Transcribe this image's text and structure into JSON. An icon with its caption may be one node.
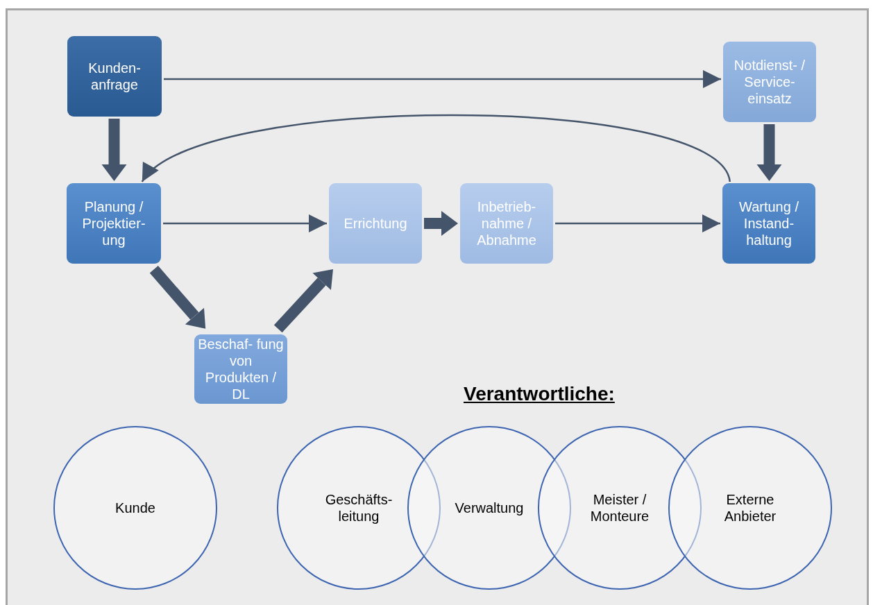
{
  "diagram": {
    "nodes": [
      {
        "text": [
          "Kunden- anfrage"
        ]
      },
      {
        "text": [
          "Notdienst- / Service- einsatz"
        ]
      },
      {
        "text": [
          "Planung / Projektier- ung"
        ]
      },
      {
        "text": [
          "Errichtung"
        ]
      },
      {
        "text": [
          "Inbetrieb- nahme / Abnahme"
        ]
      },
      {
        "text": [
          "Wartung / Instand- haltung"
        ]
      },
      {
        "text": [
          "Beschaf- fung von Produkten / DL"
        ]
      },
      {
        "text": [
          "Kunde"
        ]
      },
      {
        "text": [
          "Geschäfts- leitung"
        ]
      },
      {
        "text": [
          "Verwaltung"
        ]
      },
      {
        "text": [
          "Meister / Monteure"
        ]
      },
      {
        "text": [
          "Externe Anbieter"
        ]
      }
    ],
    "edges": [
      {
        "from": 0,
        "to": 1,
        "arrow": "to"
      },
      {
        "from": 0,
        "to": 2,
        "arrow": "to"
      },
      {
        "from": 1,
        "to": 5,
        "arrow": "to"
      },
      {
        "from": 5,
        "to": 2,
        "arrow": "to"
      },
      {
        "from": 2,
        "to": 3,
        "arrow": "to"
      },
      {
        "from": 3,
        "to": 4,
        "arrow": "to"
      },
      {
        "from": 4,
        "to": 5,
        "arrow": "to"
      },
      {
        "from": 2,
        "to": 6,
        "arrow": "to"
      },
      {
        "from": 6,
        "to": 3,
        "arrow": "to"
      }
    ],
    "labels": [
      "Verantwortliche:"
    ]
  }
}
